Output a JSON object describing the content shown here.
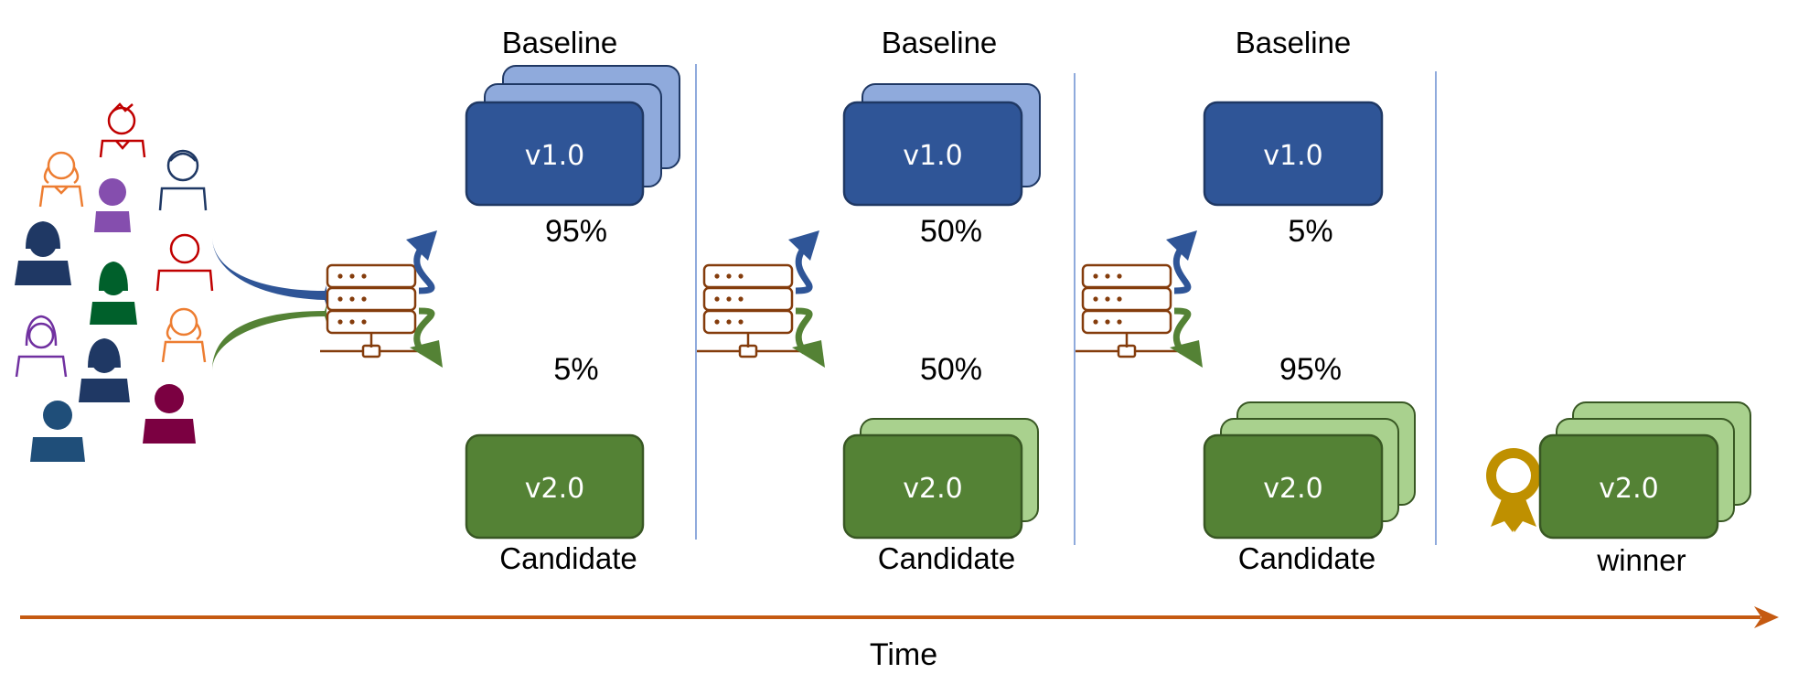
{
  "stages": [
    {
      "baseline_label": "Baseline",
      "baseline_version": "v1.0",
      "baseline_pct": "95%",
      "candidate_pct": "5%",
      "candidate_version": "v2.0",
      "candidate_label": "Candidate"
    },
    {
      "baseline_label": "Baseline",
      "baseline_version": "v1.0",
      "baseline_pct": "50%",
      "candidate_pct": "50%",
      "candidate_version": "v2.0",
      "candidate_label": "Candidate"
    },
    {
      "baseline_label": "Baseline",
      "baseline_version": "v1.0",
      "baseline_pct": "5%",
      "candidate_pct": "95%",
      "candidate_version": "v2.0",
      "candidate_label": "Candidate"
    }
  ],
  "final": {
    "version": "v2.0",
    "label": "winner"
  },
  "timeline": {
    "label": "Time"
  },
  "colors": {
    "baseline": "#2f5597",
    "baseline_light": "#8faadc",
    "candidate": "#548235",
    "candidate_light": "#a9d18e",
    "server": "#843c0c",
    "timeline": "#c55a11",
    "award": "#bf9000",
    "divider": "#8faadc"
  },
  "icons": [
    "users-icon",
    "server-icon",
    "award-icon"
  ]
}
